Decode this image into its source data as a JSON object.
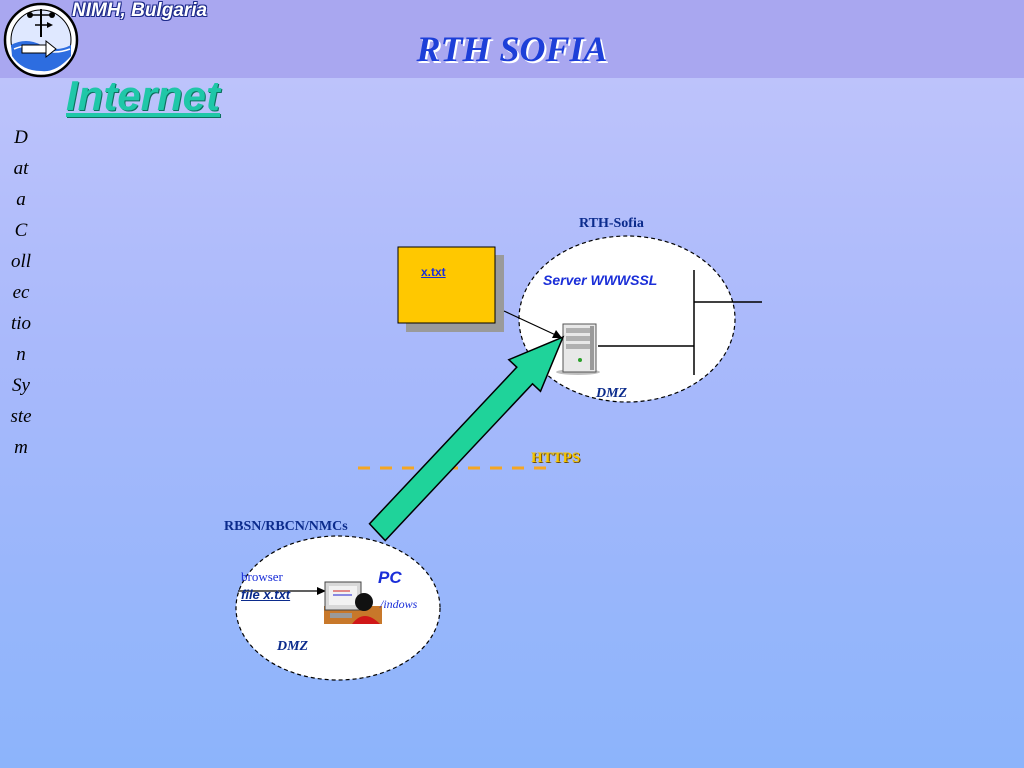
{
  "header": {
    "org_name": "NIMH, Bulgaria",
    "title": "RTH SOFIA",
    "section_title": "Internet"
  },
  "sidebar": {
    "vertical_text": "Data Collection System"
  },
  "diagram": {
    "rth": {
      "site_label": "RTH-Sofia",
      "server_label": "Server WWWSSL",
      "dmz_label": "DMZ"
    },
    "file_box": {
      "label": "x.txt"
    },
    "connection": {
      "label": "HTTPS"
    },
    "nmc": {
      "site_label": "RBSN/RBCN/NMCs",
      "browser_label": "browser",
      "file_label": "file x.txt",
      "pc_label": "PC",
      "os_label": "/indows",
      "dmz_label": "DMZ"
    }
  },
  "colors": {
    "header_bg": "#a9a7f0",
    "title": "#1d3fd8",
    "section_title": "#1fc7a8",
    "file_box": "#ffc800",
    "arrow": "#1fd39a",
    "https_line": "#f5a623"
  }
}
